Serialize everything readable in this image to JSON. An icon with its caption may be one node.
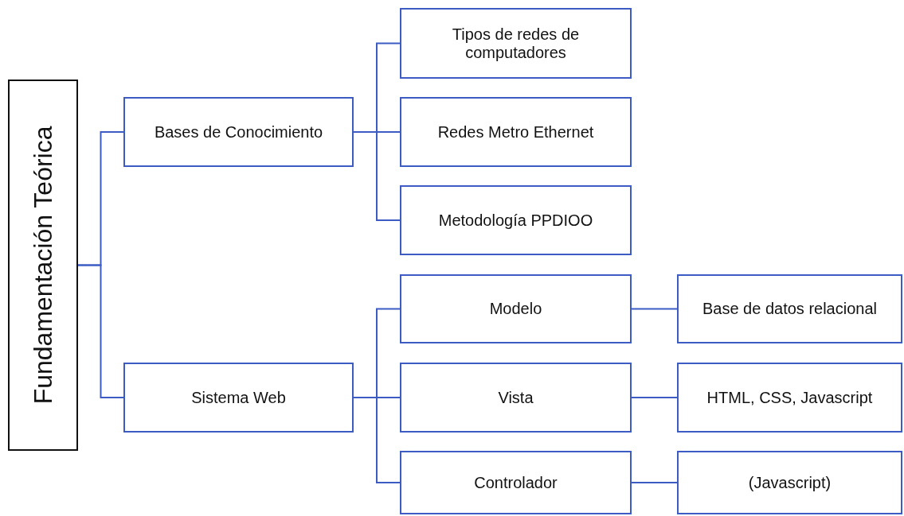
{
  "diagram": {
    "nodes": [
      {
        "text": [
          "Fundamentación Teórica"
        ]
      },
      {
        "text": [
          "Bases de Conocimiento"
        ]
      },
      {
        "text": [
          "Tipos de redes de computadores"
        ]
      },
      {
        "text": [
          "Redes Metro Ethernet"
        ]
      },
      {
        "text": [
          "Metodología PPDIOO"
        ]
      },
      {
        "text": [
          "Sistema Web"
        ]
      },
      {
        "text": [
          "Modelo"
        ]
      },
      {
        "text": [
          "Vista"
        ]
      },
      {
        "text": [
          "Controlador"
        ]
      },
      {
        "text": [
          "Base de datos relacional"
        ]
      },
      {
        "text": [
          "HTML, CSS, Javascript"
        ]
      },
      {
        "text": [
          "(Javascript)"
        ]
      }
    ],
    "edges": [
      {
        "from": 0,
        "to": 1,
        "arrow": "none"
      },
      {
        "from": 0,
        "to": 5,
        "arrow": "none"
      },
      {
        "from": 1,
        "to": 2,
        "arrow": "none"
      },
      {
        "from": 1,
        "to": 3,
        "arrow": "none"
      },
      {
        "from": 1,
        "to": 4,
        "arrow": "none"
      },
      {
        "from": 5,
        "to": 6,
        "arrow": "none"
      },
      {
        "from": 5,
        "to": 7,
        "arrow": "none"
      },
      {
        "from": 5,
        "to": 8,
        "arrow": "none"
      },
      {
        "from": 6,
        "to": 9,
        "arrow": "none"
      },
      {
        "from": 7,
        "to": 10,
        "arrow": "none"
      },
      {
        "from": 8,
        "to": 11,
        "arrow": "none"
      }
    ]
  }
}
